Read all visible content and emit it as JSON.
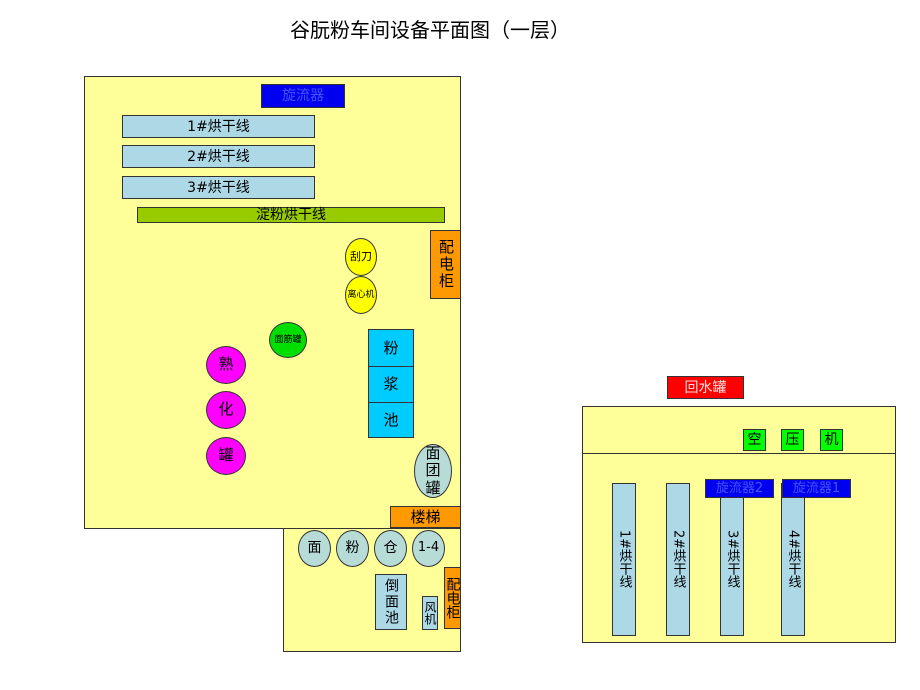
{
  "title": "谷朊粉车间设备平面图（一层）",
  "left_section": {
    "xuanliuqi": "旋流器",
    "dryer_lines": [
      "1#烘干线",
      "2#烘干线",
      "3#烘干线"
    ],
    "starch_dryer": "淀粉烘干线",
    "distribution_cabinet": "配电柜",
    "scraper": "刮刀",
    "centrifuge": "离心机",
    "gluten_tank": "面筋罐",
    "ripening_tank_chars": [
      "熟",
      "化",
      "罐"
    ],
    "slurry_pool_chars": [
      "粉",
      "浆",
      "池"
    ],
    "dough_tank": "面团罐",
    "stairs": "楼梯",
    "flour_bin_chars": [
      "面",
      "粉",
      "仓",
      "1-4"
    ],
    "dough_pool": "倒面池",
    "fan": "风机",
    "distribution_cabinet_2": "配电柜"
  },
  "right_section": {
    "return_tank": "回水罐",
    "air_compressor_chars": [
      "空",
      "压",
      "机"
    ],
    "xuanliuqi_2": "旋流器2",
    "xuanliuqi_1": "旋流器1",
    "dryer_lines": [
      "1#烘干线",
      "2#烘干线",
      "3#烘干线",
      "4#烘干线"
    ]
  },
  "colors": {
    "floor": "#ffff99",
    "dryer": "#add8e6",
    "starch_dryer": "#99cc00",
    "equipment_blue": "#0000ee",
    "cabinet": "#ff9900",
    "slurry": "#00ccff",
    "ripening": "#ff00ff",
    "gluten": "#00dd00",
    "scraper": "#ffff00",
    "return_tank": "#ff0000",
    "air_compressor": "#00ff00"
  }
}
